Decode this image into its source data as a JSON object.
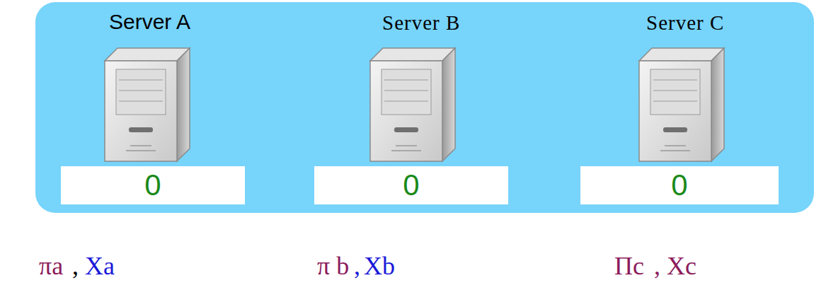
{
  "diagram": {
    "nodes": [
      {
        "text": [
          "0"
        ]
      },
      {
        "text": [
          "0"
        ]
      },
      {
        "text": [
          "0"
        ]
      }
    ],
    "labels": [
      "Server A",
      "Server B",
      "Server C",
      "πa",
      ",",
      "Xa",
      "π b",
      ",",
      "Xb",
      "Πc",
      ",",
      "Xc"
    ]
  }
}
